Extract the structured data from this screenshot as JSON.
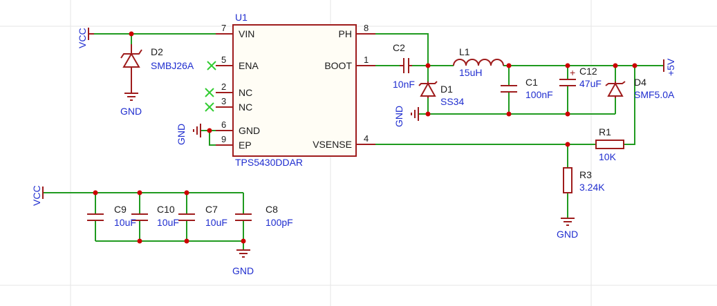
{
  "colors": {
    "wire": "#1f9a1f",
    "component": "#9e1b1b",
    "junction": "#cc0000",
    "label_blue": "#1f2dcf",
    "label_dark": "#1a1a1a",
    "no_connect": "#33cc33",
    "grid": "#e6e6e6",
    "background": "#ffffff"
  },
  "u1": {
    "designator": "U1",
    "part": "TPS5430DDAR",
    "pins_left": [
      {
        "name": "VIN",
        "number": "7"
      },
      {
        "name": "ENA",
        "number": "5"
      },
      {
        "name": "NC",
        "number": "2"
      },
      {
        "name": "NC",
        "number": "3"
      },
      {
        "name": "GND",
        "number": "6"
      },
      {
        "name": "EP",
        "number": "9"
      }
    ],
    "pins_right": [
      {
        "name": "PH",
        "number": "8"
      },
      {
        "name": "BOOT",
        "number": "1"
      },
      {
        "name": "VSENSE",
        "number": "4"
      }
    ]
  },
  "nets": {
    "vcc": "VCC",
    "gnd": "GND",
    "out": "+5V"
  },
  "parts": {
    "d2": {
      "ref": "D2",
      "value": "SMBJ26A"
    },
    "c2": {
      "ref": "C2",
      "value": "10nF"
    },
    "d1": {
      "ref": "D1",
      "value": "SS34"
    },
    "l1": {
      "ref": "L1",
      "value": "15uH"
    },
    "c1": {
      "ref": "C1",
      "value": "100nF"
    },
    "c12": {
      "ref": "C12",
      "value": "47uF",
      "polarity": "+"
    },
    "d4": {
      "ref": "D4",
      "value": "SMF5.0A"
    },
    "r1": {
      "ref": "R1",
      "value": "10K"
    },
    "r3": {
      "ref": "R3",
      "value": "3.24K"
    },
    "c9": {
      "ref": "C9",
      "value": "10uF"
    },
    "c10": {
      "ref": "C10",
      "value": "10uF"
    },
    "c7": {
      "ref": "C7",
      "value": "10uF"
    },
    "c8": {
      "ref": "C8",
      "value": "100pF"
    }
  }
}
